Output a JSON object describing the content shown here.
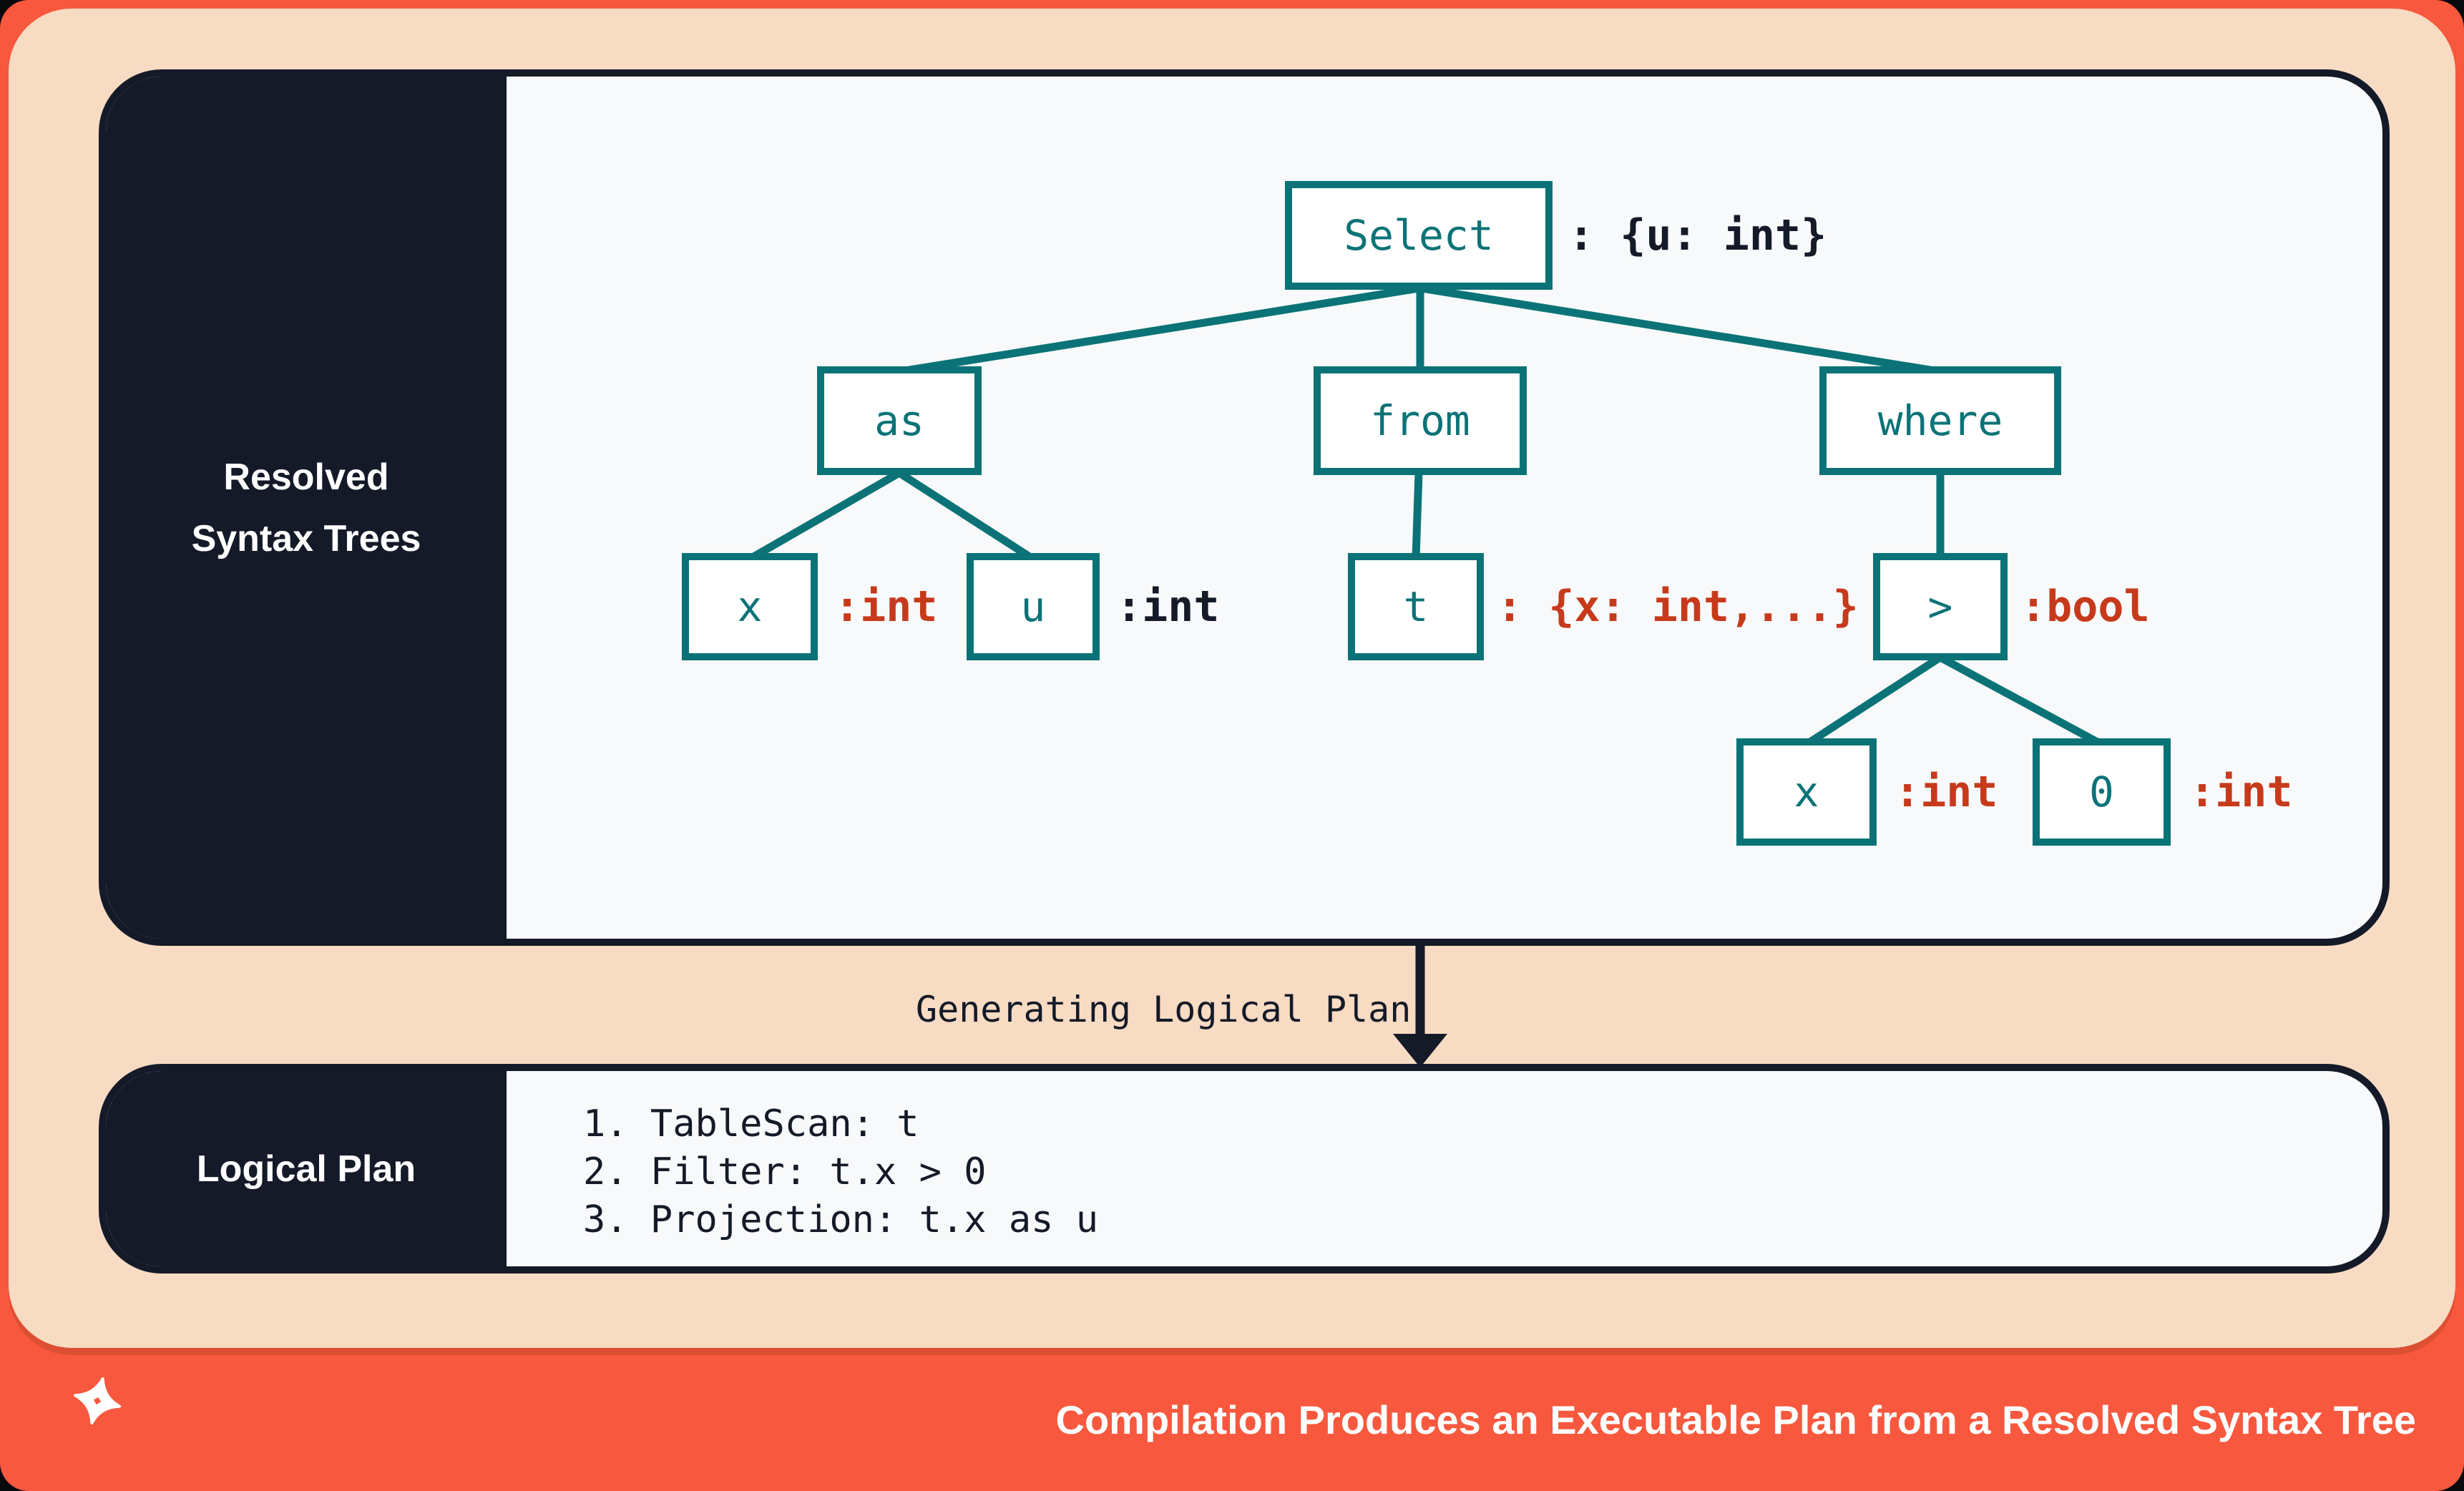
{
  "colors": {
    "orange": "#F8583E",
    "peach": "#F8DBC3",
    "navy": "#141A28",
    "panel_background": "#F8F9FA",
    "teal": "#0B7377",
    "red_annotation": "#C63A1B",
    "white": "#FFFFFF"
  },
  "rst_panel": {
    "label_line1": "Resolved",
    "label_line2": "Syntax Trees",
    "nodes": [
      {
        "id": "select",
        "label": "Select",
        "type_annotation": ": {u: int}",
        "annotation_color": "navy"
      },
      {
        "id": "as",
        "label": "as"
      },
      {
        "id": "from",
        "label": "from"
      },
      {
        "id": "where",
        "label": "where"
      },
      {
        "id": "x-as-child",
        "label": "x",
        "type_annotation": ":int",
        "annotation_color": "red"
      },
      {
        "id": "u-as-child",
        "label": "u",
        "type_annotation": ":int",
        "annotation_color": "navy"
      },
      {
        "id": "t-from-child",
        "label": "t",
        "type_annotation": ": {x: int,...}",
        "annotation_color": "red"
      },
      {
        "id": "gt-where-child",
        "label": ">",
        "type_annotation": ":bool",
        "annotation_color": "red"
      },
      {
        "id": "x-gt-child",
        "label": "x",
        "type_annotation": ":int",
        "annotation_color": "red"
      },
      {
        "id": "zero-gt-child",
        "label": "0",
        "type_annotation": ":int",
        "annotation_color": "red"
      }
    ]
  },
  "transition": {
    "label": "Generating Logical Plan"
  },
  "logical_plan_panel": {
    "label": "Logical Plan",
    "steps": [
      "1. TableScan: t",
      "2. Filter: t.x > 0",
      "3. Projection: t.x as u"
    ]
  },
  "footer": {
    "logo": "four-point-star-brand-logo",
    "title": "Compilation Produces an Executable Plan from a Resolved Syntax Tree"
  }
}
